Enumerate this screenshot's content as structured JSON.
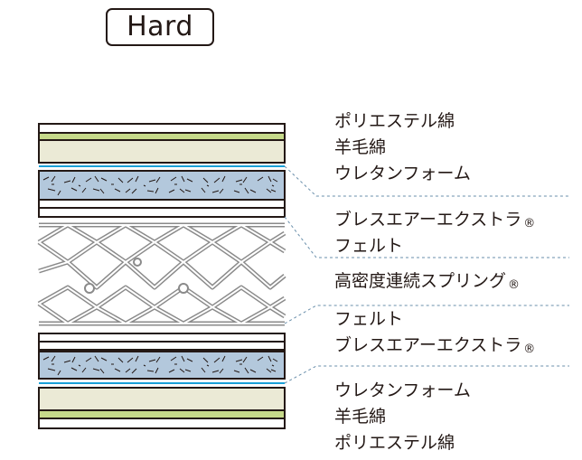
{
  "title": "Hard",
  "labels": {
    "top_1": "ポリエステル綿",
    "top_2": "羊毛綿",
    "top_3": "ウレタンフォーム",
    "upper_1": "ブレスエアーエクストラ",
    "upper_2": "フェルト",
    "middle": "高密度連続スプリング",
    "lower_1": "フェルト",
    "lower_2": "ブレスエアーエクストラ",
    "bottom_1": "ウレタンフォーム",
    "bottom_2": "羊毛綿",
    "bottom_3": "ポリエステル綿",
    "registered_mark": "®"
  },
  "colors": {
    "outline": "#231815",
    "polyester": "#ffffff",
    "wool": "#c6d98a",
    "urethane": "#ebead6",
    "breathair": "#b3c8dc",
    "blue_line": "#1aa1d8",
    "spring": "#8a8a8a",
    "leader": "#6a8fab"
  }
}
